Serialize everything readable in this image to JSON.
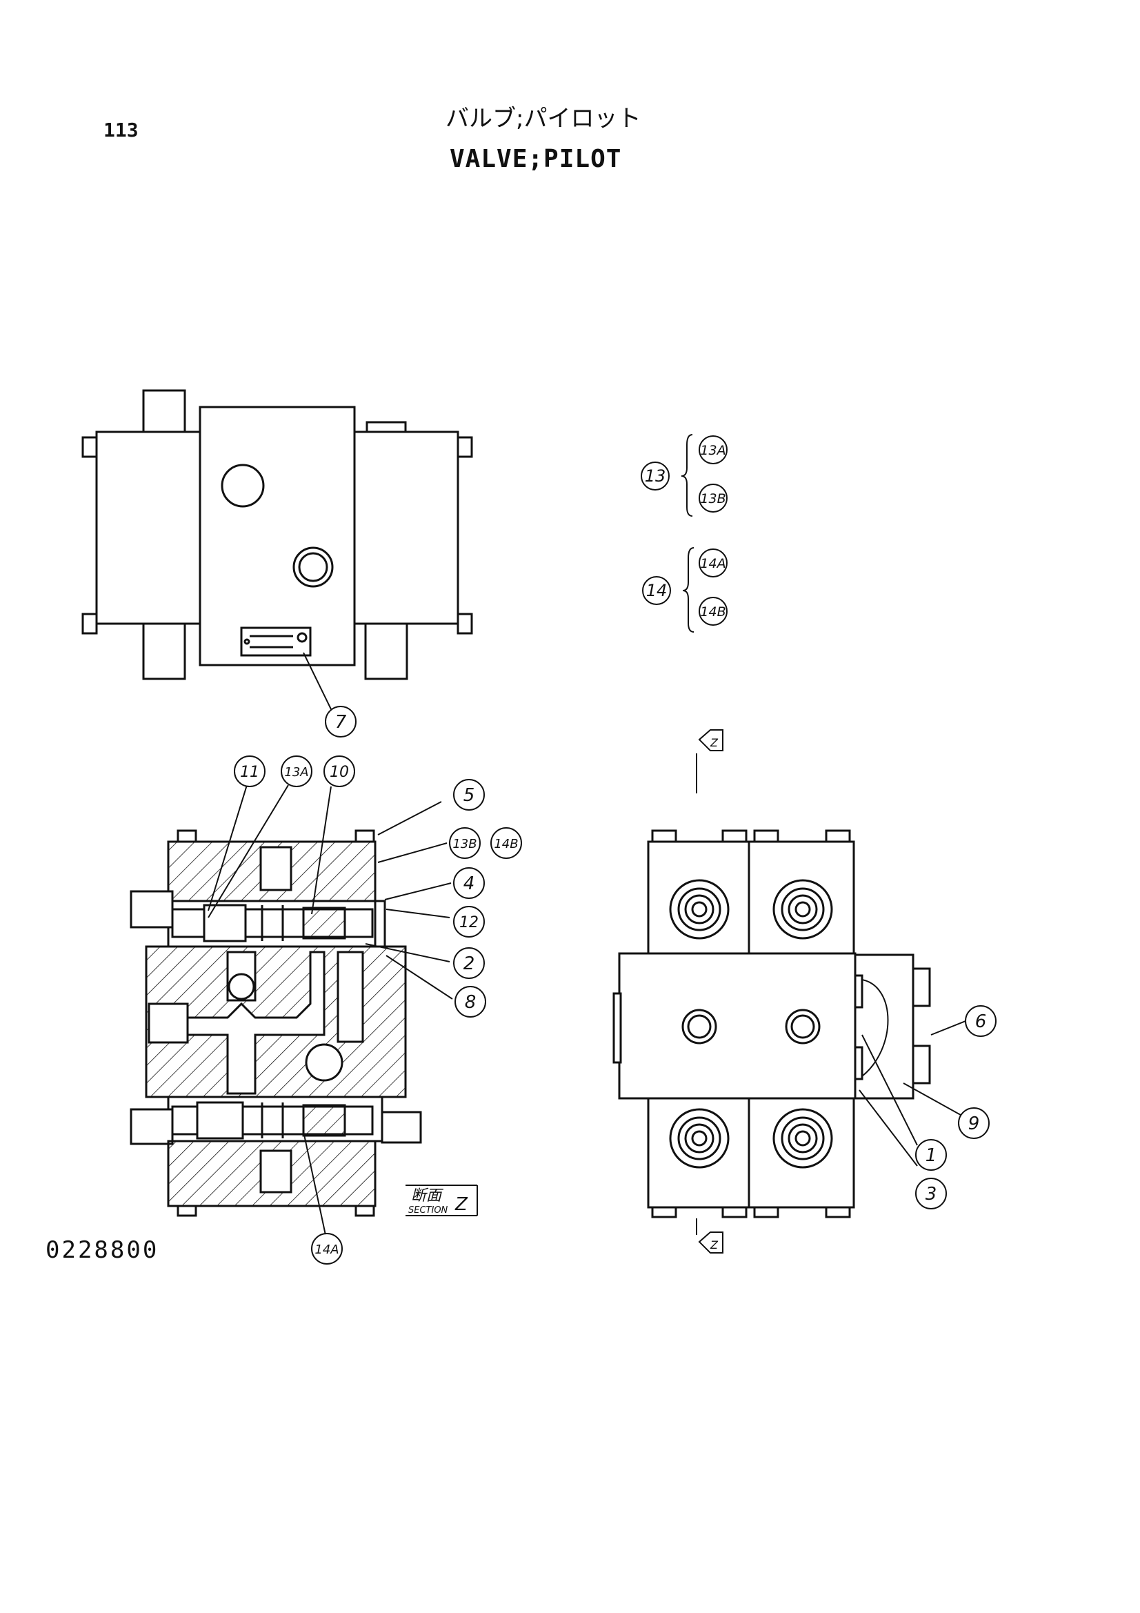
{
  "header": {
    "page_number": "113",
    "title_jp": "バルブ;パイロット",
    "title_en": "VALVE;PILOT"
  },
  "drawing_number": "0228800",
  "callouts": {
    "c1": "1",
    "c2": "2",
    "c3": "3",
    "c4": "4",
    "c5": "5",
    "c6": "6",
    "c7": "7",
    "c8": "8",
    "c9": "9",
    "c10": "10",
    "c11": "11",
    "c12": "12",
    "c13A": "13A",
    "c13B": "13B",
    "c14A": "14A",
    "c14B": "14B"
  },
  "legend": {
    "group13": {
      "label": "13",
      "items": [
        "13A",
        "13B"
      ]
    },
    "group14": {
      "label": "14",
      "items": [
        "14A",
        "14B"
      ]
    }
  },
  "section": {
    "label_jp": "断面",
    "label_en": "SECTION",
    "letter": "Z"
  },
  "colors": {
    "ink": "#111111",
    "paper": "#ffffff"
  }
}
